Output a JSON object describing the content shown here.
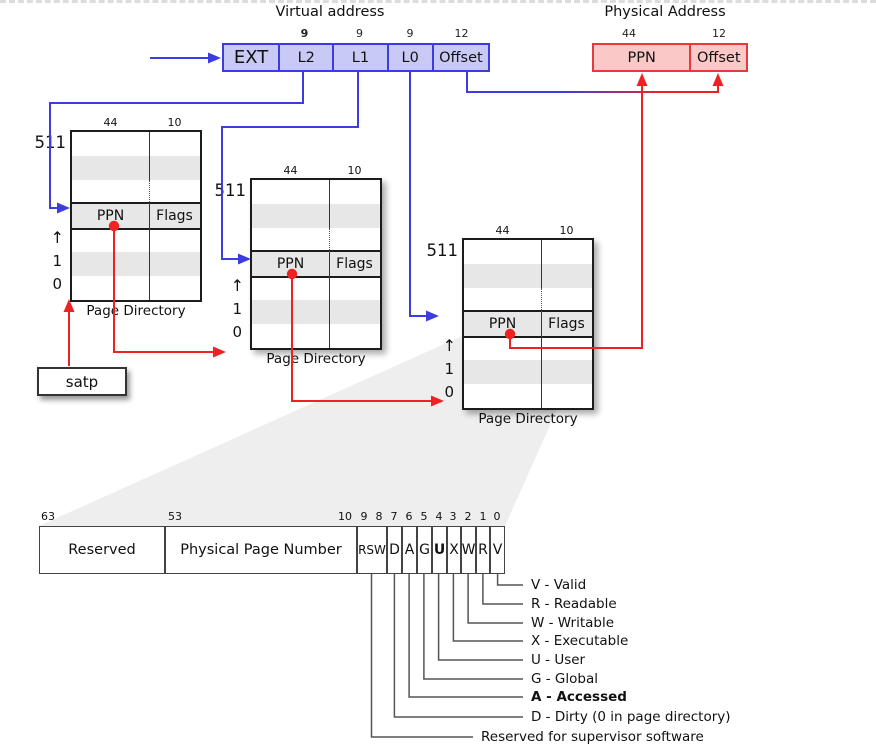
{
  "titles": {
    "virtual": "Virtual address",
    "physical": "Physical Address"
  },
  "virtual_address": {
    "fields": [
      {
        "label": "EXT",
        "bits": ""
      },
      {
        "label": "L2",
        "bits": "9"
      },
      {
        "label": "L1",
        "bits": "9"
      },
      {
        "label": "L0",
        "bits": "9"
      },
      {
        "label": "Offset",
        "bits": "12"
      }
    ]
  },
  "physical_address": {
    "fields": [
      {
        "label": "PPN",
        "bits": "44"
      },
      {
        "label": "Offset",
        "bits": "12"
      }
    ]
  },
  "page_directory": {
    "caption": "Page Directory",
    "top_index": "511",
    "index_1": "1",
    "index_0": "0",
    "up_arrow": "↑",
    "columns": {
      "ppn_bits": "44",
      "flags_bits": "10",
      "ppn": "PPN",
      "flags": "Flags"
    }
  },
  "satp": {
    "label": "satp"
  },
  "pte": {
    "bit_positions": {
      "b63": "63",
      "b53": "53",
      "b10": "10"
    },
    "bit_numbers": [
      "9",
      "8",
      "7",
      "6",
      "5",
      "4",
      "3",
      "2",
      "1",
      "0"
    ],
    "fields": {
      "reserved": "Reserved",
      "ppn": "Physical Page Number",
      "rsw": "RSW",
      "d": "D",
      "a": "A",
      "g": "G",
      "u": "U",
      "x": "X",
      "w": "W",
      "r": "R",
      "v": "V"
    },
    "legend": [
      "V - Valid",
      "R - Readable",
      "W - Writable",
      "X - Executable",
      "U - User",
      "G - Global",
      "A - Accessed",
      "D - Dirty (0 in page directory)",
      "Reserved for supervisor software"
    ]
  },
  "colors": {
    "blue": "#3c3ce0",
    "blue_fill": "#c9c9f6",
    "red": "#ee2222",
    "red_fill": "#fbc8c8",
    "stripe": "#e7e7e7"
  }
}
